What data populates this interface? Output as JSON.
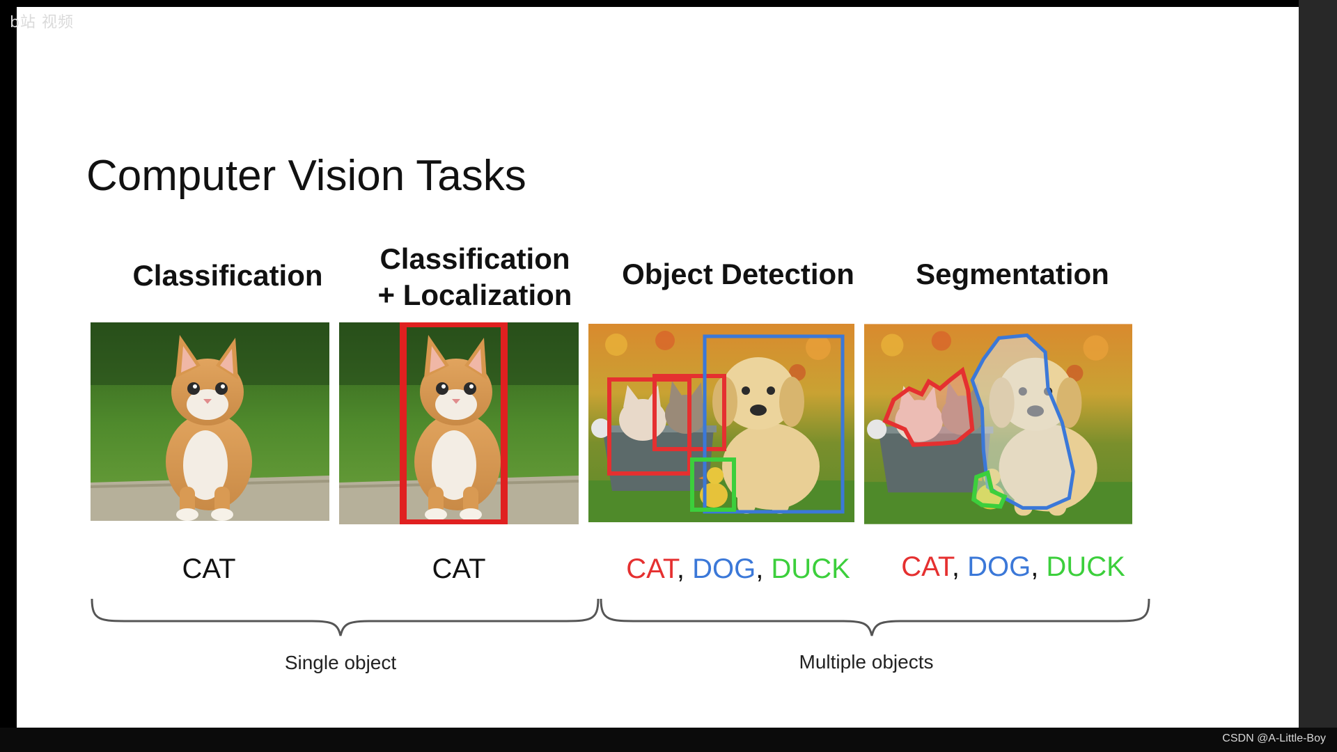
{
  "watermark_top": "b站 视频",
  "watermark": "CSDN @A-Little-Boy",
  "slide_title": "Computer Vision Tasks",
  "tasks": [
    {
      "title_lines": [
        "Classification"
      ],
      "labels": [
        {
          "text": "CAT",
          "color": "#111111"
        }
      ]
    },
    {
      "title_lines": [
        "Classification",
        "+ Localization"
      ],
      "labels": [
        {
          "text": "CAT",
          "color": "#111111"
        }
      ]
    },
    {
      "title_lines": [
        "Object Detection"
      ],
      "labels": [
        {
          "text": "CAT",
          "color": "#e53030"
        },
        {
          "text": "DOG",
          "color": "#3b78d8"
        },
        {
          "text": "DUCK",
          "color": "#3ccf3c"
        }
      ]
    },
    {
      "title_lines": [
        "Segmentation"
      ],
      "labels": [
        {
          "text": "CAT",
          "color": "#e53030"
        },
        {
          "text": "DOG",
          "color": "#3b78d8"
        },
        {
          "text": "DUCK",
          "color": "#3ccf3c"
        }
      ]
    }
  ],
  "label_separator": ", ",
  "groups": [
    "Single object",
    "Multiple objects"
  ],
  "colors": {
    "cat": "#e53030",
    "dog": "#3b78d8",
    "duck": "#3ccf3c",
    "localization_box": "#e02020"
  },
  "icons": [
    "kitten-photo",
    "pets-photo"
  ]
}
